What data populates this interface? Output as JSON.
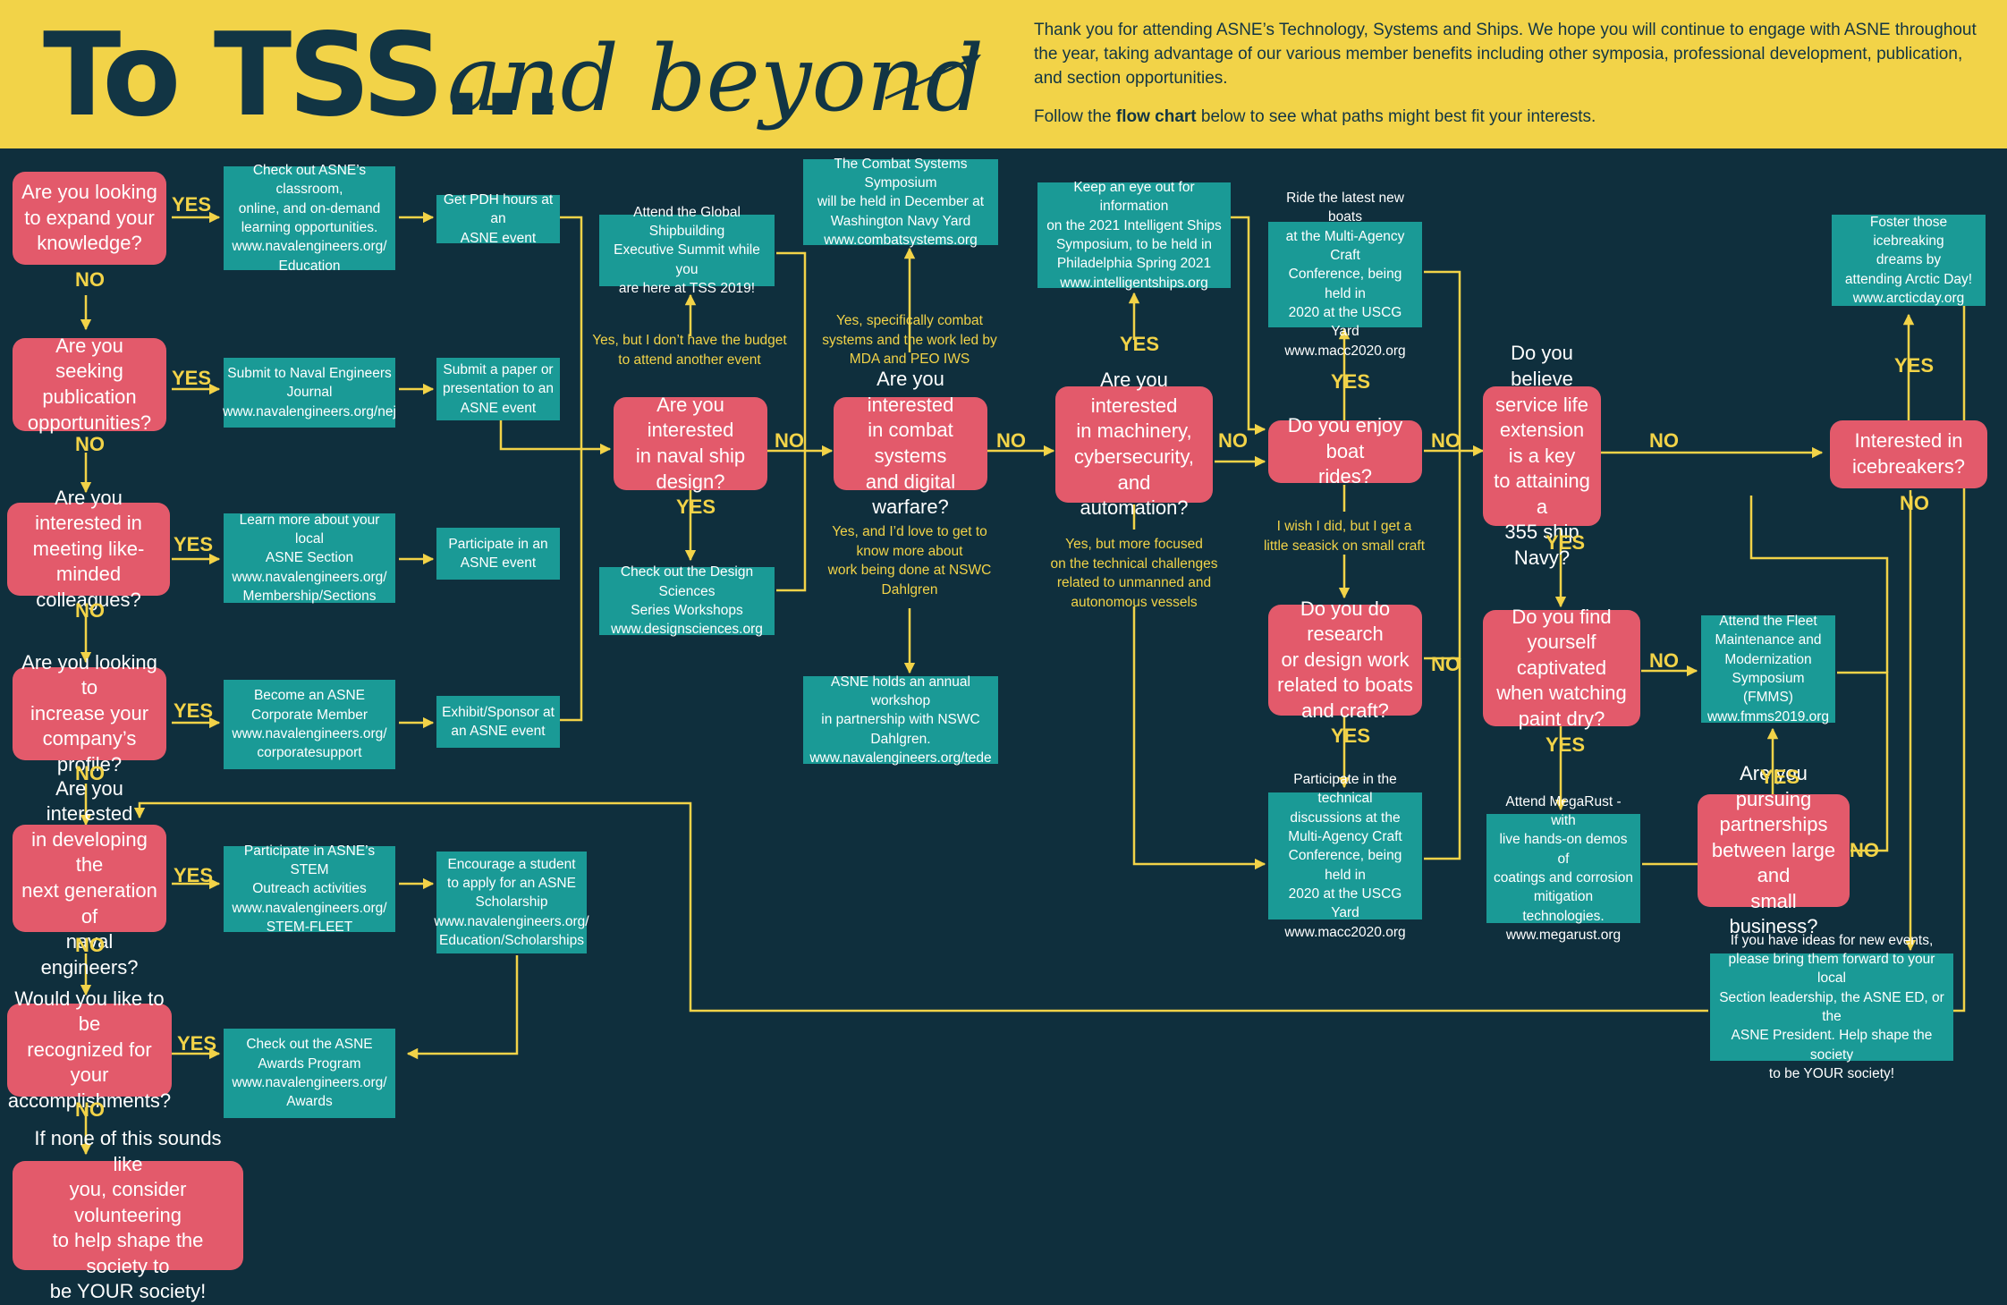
{
  "header": {
    "title_main": "To TSS...",
    "title_script": "and beyond",
    "intro": "Thank you for attending ASNE’s Technology, Systems and Ships.  We hope you will continue to engage with ASNE throughout the year, taking advantage of our various member benefits including other symposia, professional development, publication, and section opportunities.",
    "follow_before": "Follow the ",
    "follow_bold": "flow chart",
    "follow_after": " below to see what paths might best fit your interests."
  },
  "colors": {
    "background": "#0f2f3d",
    "header_yellow": "#f2d348",
    "question_red": "#e35a6b",
    "info_teal": "#1a9a96",
    "title_navy": "#123544"
  },
  "nodes": {
    "q_expand": "Are you looking\nto expand your\nknowledge?",
    "i_classroom": "Check out ASNE’s classroom,\nonline, and on-demand\nlearning opportunities.\nwww.navalengineers.org/\nEducation",
    "i_pdh": "Get PDH hours at an\nASNE event",
    "q_publication": "Are you seeking\npublication\nopportunities?",
    "i_journal": "Submit to Naval Engineers\nJournal\nwww.navalengineers.org/nej",
    "i_paper": "Submit a paper or\npresentation to an\nASNE event",
    "q_colleagues": "Are you interested in\nmeeting like-minded\ncolleagues?",
    "i_section": "Learn more about your local\nASNE Section\nwww.navalengineers.org/\nMembership/Sections",
    "i_participate": "Participate in an\nASNE event",
    "q_profile": "Are you looking to\nincrease your\ncompany’s profile?",
    "i_corporate": "Become an ASNE\nCorporate Member\nwww.navalengineers.org/\ncorporatesupport",
    "i_exhibit": "Exhibit/Sponsor at\nan ASNE event",
    "q_nextgen": "Are you interested\nin developing the\nnext generation of\nnaval engineers?",
    "i_stem": "Participate in ASNE’s STEM\nOutreach activities\nwww.navalengineers.org/\nSTEM-FLEET",
    "i_scholarship": "Encourage a student\nto apply for an ASNE\nScholarship\nwww.navalengineers.org/\nEducation/Scholarships",
    "q_recognized": "Would you like to be\nrecognized for your\naccomplishments?",
    "i_awards": "Check out the ASNE\nAwards Program\nwww.navalengineers.org/\nAwards",
    "q_volunteer": "If none of this sounds like\nyou, consider volunteering\nto help shape the society to\nbe YOUR society!",
    "i_global": "Attend the Global Shipbuilding\nExecutive Summit while you\nare here at TSS 2019!",
    "q_naval": "Are you interested\nin naval ship\ndesign?",
    "i_design": "Check out the Design Sciences\nSeries Workshops\nwww.designsciences.org",
    "i_combat_symp": "The Combat Systems Symposium\nwill be held in December at\nWashington Navy Yard\nwww.combatsystems.org",
    "q_combat": "Are you interested\nin combat systems\nand digital warfare?",
    "i_workshop": "ASNE holds an annual workshop\nin partnership with NSWC\nDahlgren.\nwww.navalengineers.org/tede",
    "i_intelligent": "Keep an eye out for information\non the 2021 Intelligent Ships\nSymposium, to be held in\nPhiladelphia Spring 2021\nwww.intelligentships.org",
    "q_machinery": "Are you interested\nin machinery,\ncybersecurity, and\nautomation?",
    "i_ride": "Ride the latest new boats\nat the Multi-Agency Craft\nConference, being held in\n2020 at the USCG Yard\nwww.macc2020.org",
    "q_boat": "Do you enjoy boat\nrides?",
    "q_research": "Do you do research\nor design work\nrelated to boats\nand craft?",
    "i_macc": "Participate in the technical\ndiscussions at the\nMulti-Agency Craft\nConference, being held in\n2020 at the USCG Yard\nwww.macc2020.org",
    "q_service": "Do you believe\nservice life\nextension is a key\nto attaining a\n355 ship Navy?",
    "q_paint": "Do you find\nyourself captivated\nwhen watching\npaint dry?",
    "i_fmms": "Attend the Fleet\nMaintenance and\nModernization\nSymposium (FMMS)\nwww.fmms2019.org",
    "i_megarust": "Attend MegaRust - with\nlive hands-on demos of\ncoatings and corrosion\nmitigation technologies.\nwww.megarust.org",
    "q_partnerships": "Are you pursuing\npartnerships\nbetween large and\nsmall business?",
    "i_arctic": "Foster those icebreaking\ndreams by\nattending Arctic Day!\nwww.arcticday.org",
    "q_icebreakers": "Interested in\nicebreakers?",
    "i_ideas": "If you have ideas for new events,\nplease bring them forward to your local\nSection leadership, the ASNE ED, or the\nASNE President.  Help shape the society\nto be YOUR society!"
  },
  "labels": {
    "yes": "YES",
    "no": "NO"
  },
  "notes": {
    "budget": "Yes, but I don’t have the budget\nto attend another event",
    "mda": "Yes, specifically combat\nsystems and the work led by\nMDA and PEO IWS",
    "dahlgren": "Yes, and I’d love to get to\nknow more about\nwork being done at NSWC\nDahlgren",
    "unmanned": "Yes, but more focused\non the technical challenges\nrelated to unmanned and\nautonomous vessels",
    "seasick": "I wish I did, but I get a\nlittle seasick on small craft"
  }
}
